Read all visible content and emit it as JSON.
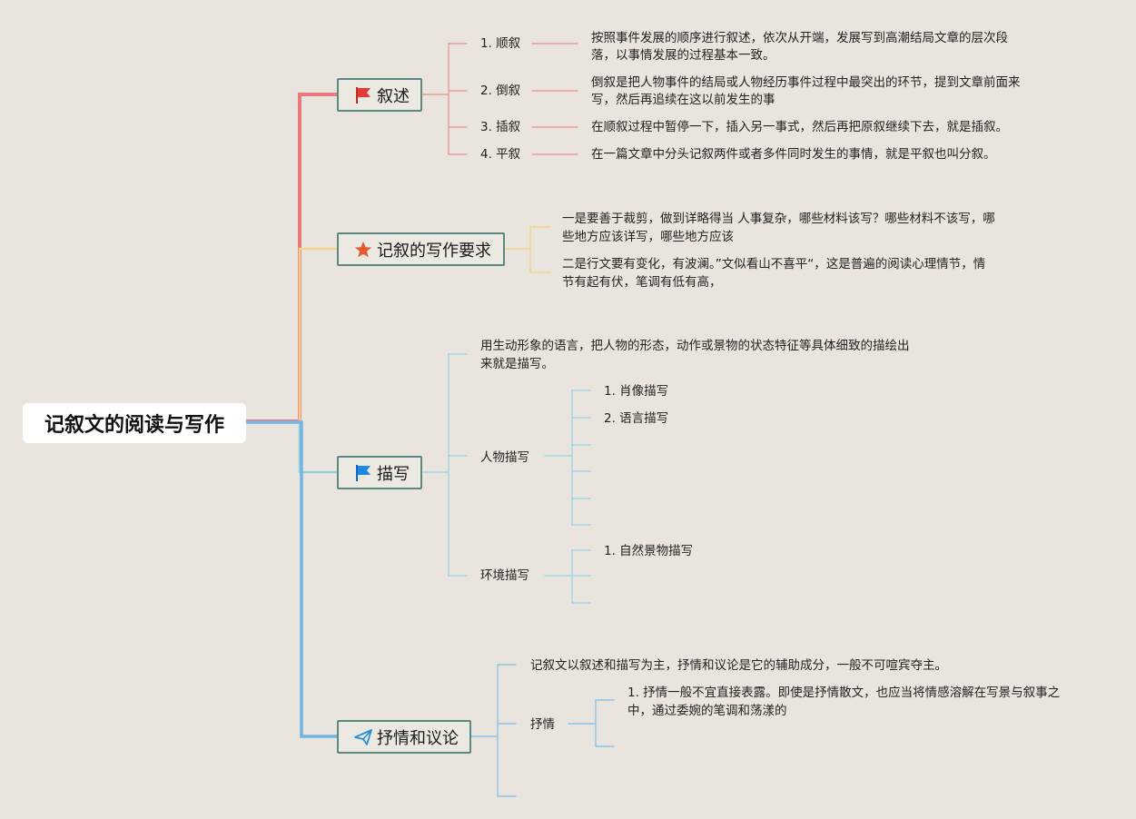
{
  "root": {
    "title": "记叙文的阅读与写作"
  },
  "branches": [
    {
      "label": "叙述",
      "icon": "red-flag-icon",
      "color": "#e77b7e",
      "items": [
        {
          "label": "1. 顺叙",
          "desc1": "按照事件发展的顺序进行叙述，依次从开端，发展写到高潮结局文章的层次段",
          "desc2": "落，以事情发展的过程基本一致。"
        },
        {
          "label": "2. 倒叙",
          "desc1": "倒叙是把人物事件的结局或人物经历事件过程中最突出的环节，提到文章前面来",
          "desc2": "写，然后再追续在这以前发生的事"
        },
        {
          "label": "3. 插叙",
          "desc1": "在顺叙过程中暂停一下，插入另一事式，然后再把原叙继续下去，就是插叙。"
        },
        {
          "label": "4. 平叙",
          "desc1": "在一篇文章中分头记叙两件或者多件同时发生的事情，就是平叙也叫分叙。"
        }
      ]
    },
    {
      "label": "记叙的写作要求",
      "icon": "orange-star-icon",
      "color": "#f4d58a",
      "items": [
        {
          "line1": "一是要善于裁剪，做到详略得当 人事复杂，哪些材料该写？哪些材料不该写，哪",
          "line2": "些地方应该详写，哪些地方应该"
        },
        {
          "line1": "二是行文要有变化，有波澜。”文似看山不喜平“，这是普遍的阅读心理情节，情",
          "line2": "节有起有伏，笔调有低有高，"
        }
      ]
    },
    {
      "label": "描写",
      "icon": "blue-flag-icon",
      "color": "#8fd0da",
      "intro1": "用生动形象的语言，把人物的形态，动作或景物的状态特征等具体细致的描绘出",
      "intro2": "来就是描写。",
      "person": {
        "label": "人物描写",
        "items": [
          "1. 肖像描写",
          "2. 语言描写"
        ]
      },
      "environment": {
        "label": "环境描写",
        "items": [
          "1. 自然景物描写"
        ]
      }
    },
    {
      "label": "抒情和议论",
      "icon": "paper-plane-icon",
      "color": "#7ab8e4",
      "intro": "记叙文以叙述和描写为主，抒情和议论是它的辅助成分，一般不可喧宾夺主。",
      "lyric": {
        "label": "抒情",
        "item1": "1. 抒情一般不宜直接表露。即使是抒情散文，也应当将情感溶解在写景与叙事之",
        "item2": "中，通过委婉的笔调和荡漾的"
      }
    }
  ]
}
